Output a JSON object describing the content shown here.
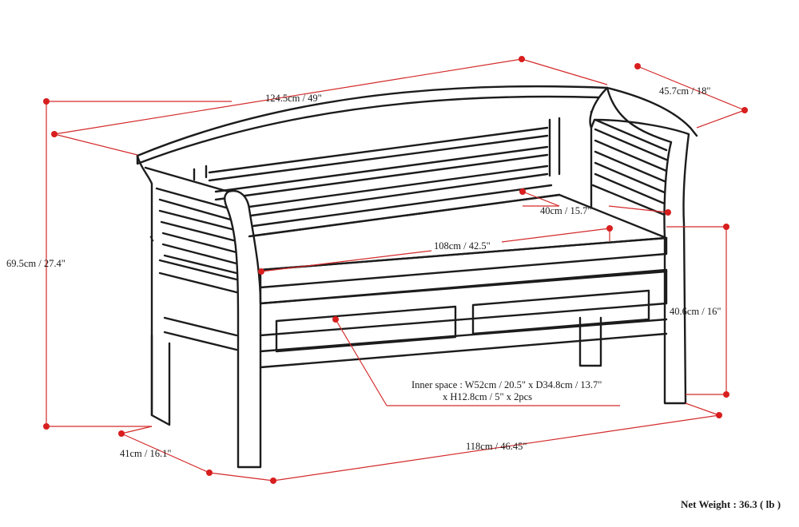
{
  "diagram": {
    "dimensions": {
      "top_length": "124.5cm / 49\"",
      "arm_depth": "45.7cm / 18\"",
      "total_height": "69.5cm / 27.4\"",
      "seat_depth": "40cm / 15.7\"",
      "seat_width": "108cm / 42.5\"",
      "seat_height": "40.6cm / 16\"",
      "base_depth": "41cm / 16.1\"",
      "base_length": "118cm / 46.45\""
    },
    "inner_space": {
      "line1": "Inner space : W52cm / 20.5\" x D34.8cm / 13.7\"",
      "line2": "x H12.8cm / 5\" x 2pcs"
    },
    "net_weight": "Net Weight : 36.3 ( lb )",
    "colors": {
      "dimension_line": "#d42a2a",
      "drawing": "#1c1c1c"
    }
  }
}
